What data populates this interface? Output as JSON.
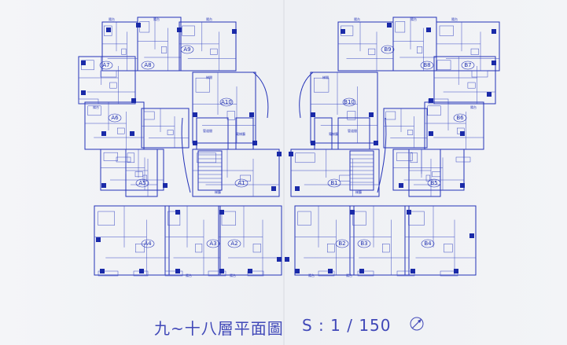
{
  "colors": {
    "ink": "#2433b8",
    "fill": "#1a2aa8",
    "text": "#4048b8"
  },
  "title": "九~十八層平面圖",
  "scale": "S : 1 / 150",
  "north_arrow_icon": "north-arrow-icon",
  "units": [
    "A7",
    "A8",
    "A9",
    "A10",
    "A6",
    "A5",
    "A1",
    "A4",
    "A3",
    "A2",
    "B9",
    "B8",
    "B7",
    "B10",
    "B6",
    "B1",
    "B5",
    "B2",
    "B3",
    "B4"
  ],
  "rooms": {
    "balcony": "陽台",
    "core": "梯廳",
    "common": "梯間",
    "shaft": "管道間",
    "hall": "電梯廳"
  }
}
